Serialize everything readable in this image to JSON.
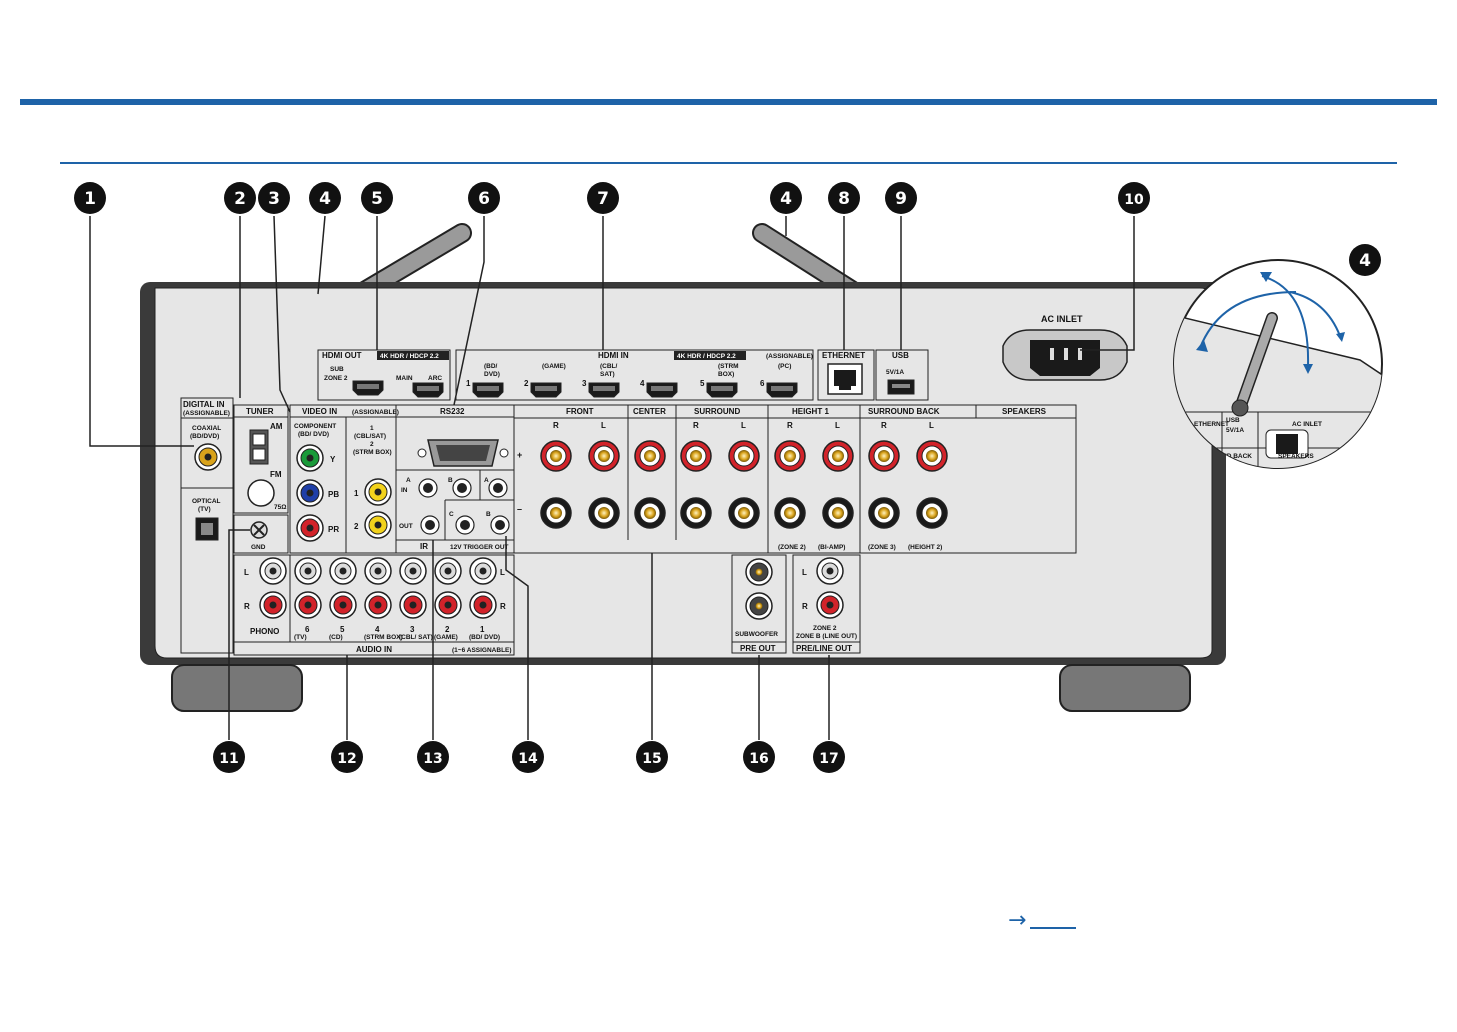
{
  "callouts": {
    "n1": "1",
    "n2": "2",
    "n3": "3",
    "n4": "4",
    "n5": "5",
    "n6": "6",
    "n7": "7",
    "n8": "8",
    "n9": "9",
    "n10": "10",
    "n11": "11",
    "n12": "12",
    "n13": "13",
    "n14": "14",
    "n15": "15",
    "n16": "16",
    "n17": "17"
  },
  "panel": {
    "digital_in": "DIGITAL IN",
    "assignable_small": "(ASSIGNABLE)",
    "coaxial": "COAXIAL",
    "coaxial_src": "(BD/DVD)",
    "optical": "OPTICAL",
    "optical_src": "(TV)",
    "tuner": "TUNER",
    "am": "AM",
    "fm": "FM",
    "ohm": "75Ω",
    "gnd": "GND",
    "video_in": "VIDEO IN",
    "video_assignable": "(ASSIGNABLE)",
    "component": "COMPONENT",
    "component_src": "(BD/ DVD)",
    "y": "Y",
    "pb": "PB",
    "pr": "PR",
    "comp1": "1",
    "comp1_src": "(CBL/SAT)",
    "comp2": "2",
    "comp2_src": "(STRM BOX)",
    "row1": "1",
    "row2": "2",
    "rs232": "RS232",
    "ir": "IR",
    "ir_in": "IN",
    "ir_out": "OUT",
    "a": "A",
    "b": "B",
    "c": "C",
    "trigger": "12V TRIGGER OUT",
    "hdmi_out": "HDMI OUT",
    "hdcp_out": "4K HDR / HDCP 2.2",
    "sub": "SUB",
    "zone2": "ZONE 2",
    "main": "MAIN",
    "arc": "ARC",
    "hdmi_in": "HDMI IN",
    "hdcp_in": "4K HDR / HDCP 2.2",
    "hdmi_assignable": "(ASSIGNABLE)",
    "hdmi_inputs": [
      {
        "n": "1",
        "src": "(BD/ DVD)"
      },
      {
        "n": "2",
        "src": "(GAME)"
      },
      {
        "n": "3",
        "src": "(CBL/ SAT)"
      },
      {
        "n": "4",
        "src": ""
      },
      {
        "n": "5",
        "src": "(STRM BOX)"
      },
      {
        "n": "6",
        "src": "(PC)"
      }
    ],
    "ethernet": "ETHERNET",
    "usb": "USB",
    "usb_power": "5V/1A",
    "ac_inlet": "AC INLET",
    "front": "FRONT",
    "center": "CENTER",
    "surround": "SURROUND",
    "height1": "HEIGHT 1",
    "surround_back": "SURROUND BACK",
    "speakers": "SPEAKERS",
    "r": "R",
    "l": "L",
    "plus": "+",
    "minus": "–",
    "zone2_paren": "(ZONE 2)",
    "biamp": "(BI-AMP)",
    "zone3_paren": "(ZONE 3)",
    "height2_paren": "(HEIGHT 2)",
    "phono": "PHONO",
    "audio_in": "AUDIO IN",
    "audio_assign": "(1~6 ASSIGNABLE)",
    "audio_labels": [
      {
        "n": "6",
        "src": "(TV)"
      },
      {
        "n": "5",
        "src": "(CD)"
      },
      {
        "n": "4",
        "src": "(STRM BOX)"
      },
      {
        "n": "3",
        "src": "(CBL/ SAT)"
      },
      {
        "n": "2",
        "src": "(GAME)"
      },
      {
        "n": "1",
        "src": "(BD/ DVD)"
      }
    ],
    "subwoofer": "SUBWOOFER",
    "pre_out": "PRE OUT",
    "zone2_caps": "ZONE 2",
    "zoneb": "ZONE B (LINE OUT)",
    "pre_line_out": "PRE/LINE OUT",
    "inset_ethernet": "ETHERNET",
    "inset_usb": "USB",
    "inset_power": "5V/1A",
    "inset_ac": "AC INLET",
    "inset_back": "ND BACK",
    "inset_speakers": "SPEAKERS"
  },
  "footer": {
    "arrow": "→"
  },
  "colors": {
    "accent": "#1e63a8",
    "chassis": "#3a3a3a",
    "panel": "#e6e6e6",
    "gold": "#d9a31c",
    "green": "#1a9a3a",
    "blue": "#1f3fa8",
    "red": "#d2232a",
    "yellow": "#f2d21c"
  }
}
